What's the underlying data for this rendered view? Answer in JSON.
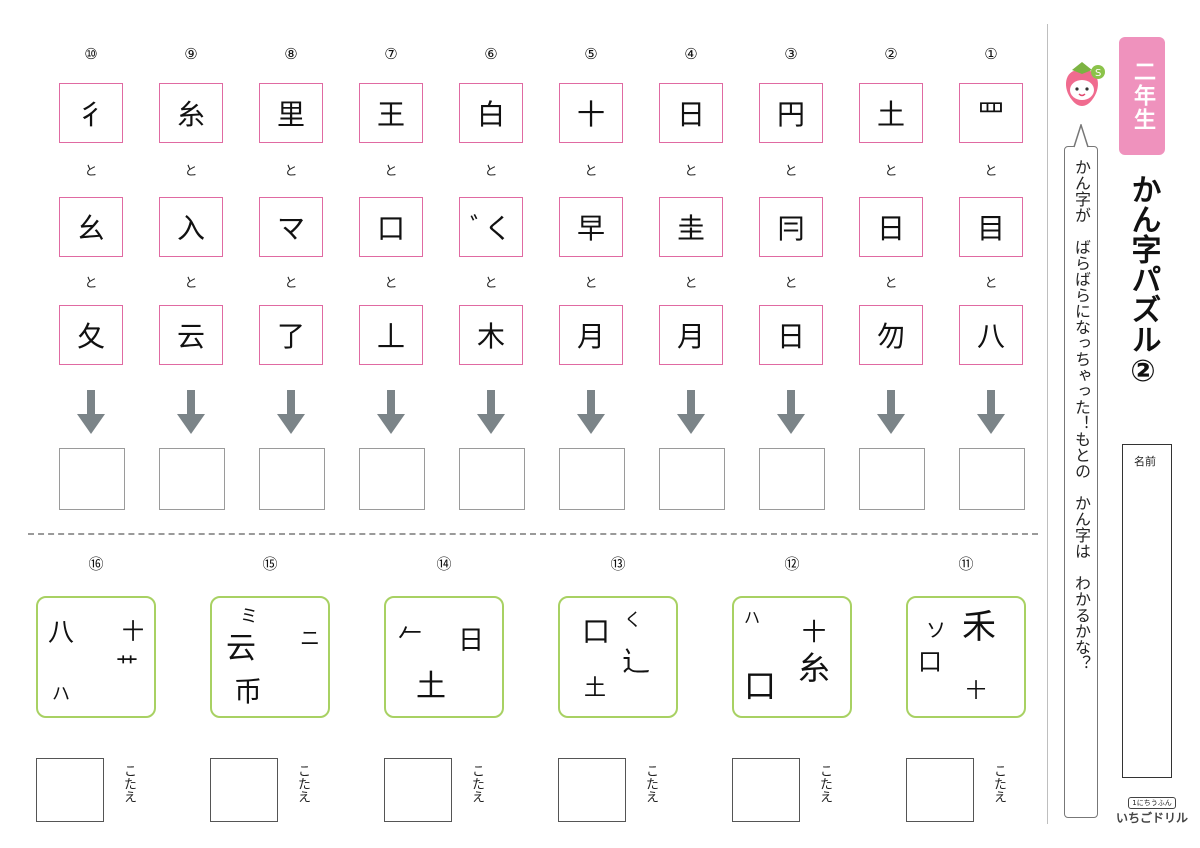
{
  "connector": "と",
  "top_columns": [
    {
      "num": "⑩",
      "parts": [
        "彳",
        "幺",
        "夂"
      ]
    },
    {
      "num": "⑨",
      "parts": [
        "糸",
        "入",
        "云"
      ]
    },
    {
      "num": "⑧",
      "parts": [
        "里",
        "マ",
        "了"
      ]
    },
    {
      "num": "⑦",
      "parts": [
        "王",
        "口",
        "丄"
      ]
    },
    {
      "num": "⑥",
      "parts": [
        "白",
        "ﾞく",
        "木"
      ]
    },
    {
      "num": "⑤",
      "parts": [
        "十",
        "早",
        "月"
      ]
    },
    {
      "num": "④",
      "parts": [
        "日",
        "圭",
        "月"
      ]
    },
    {
      "num": "③",
      "parts": [
        "円",
        "冃",
        "日"
      ]
    },
    {
      "num": "②",
      "parts": [
        "土",
        "日",
        "勿"
      ]
    },
    {
      "num": "①",
      "parts": [
        "罒",
        "目",
        "八"
      ]
    }
  ],
  "bottom_puzzles": [
    {
      "num": "⑯",
      "pieces": [
        "八",
        "十",
        "艹",
        "ハ"
      ]
    },
    {
      "num": "⑮",
      "pieces": [
        "ミ",
        "云",
        "ニ",
        "币"
      ]
    },
    {
      "num": "⑭",
      "pieces": [
        "𠂉",
        "日",
        "土"
      ]
    },
    {
      "num": "⑬",
      "pieces": [
        "く",
        "口",
        "辶",
        "土"
      ]
    },
    {
      "num": "⑫",
      "pieces": [
        "ハ",
        "十",
        "口",
        "糸"
      ]
    },
    {
      "num": "⑪",
      "pieces": [
        "禾",
        "ソ",
        "口",
        "十"
      ]
    }
  ],
  "answer_label": "こたえ",
  "sidebar": {
    "grade": "二年生",
    "title": "かん字パズル②",
    "instruction": "かん字が　ばらばらになっちゃった！もとの　かん字は　わかるかな？",
    "name_label": "名前",
    "logo_small": "1にちうふん",
    "logo": "いちごドリル"
  },
  "colors": {
    "pink": "#e06aa2",
    "grade_bg": "#ef92bd",
    "green": "#a8d163",
    "arrow": "#7b8488"
  }
}
